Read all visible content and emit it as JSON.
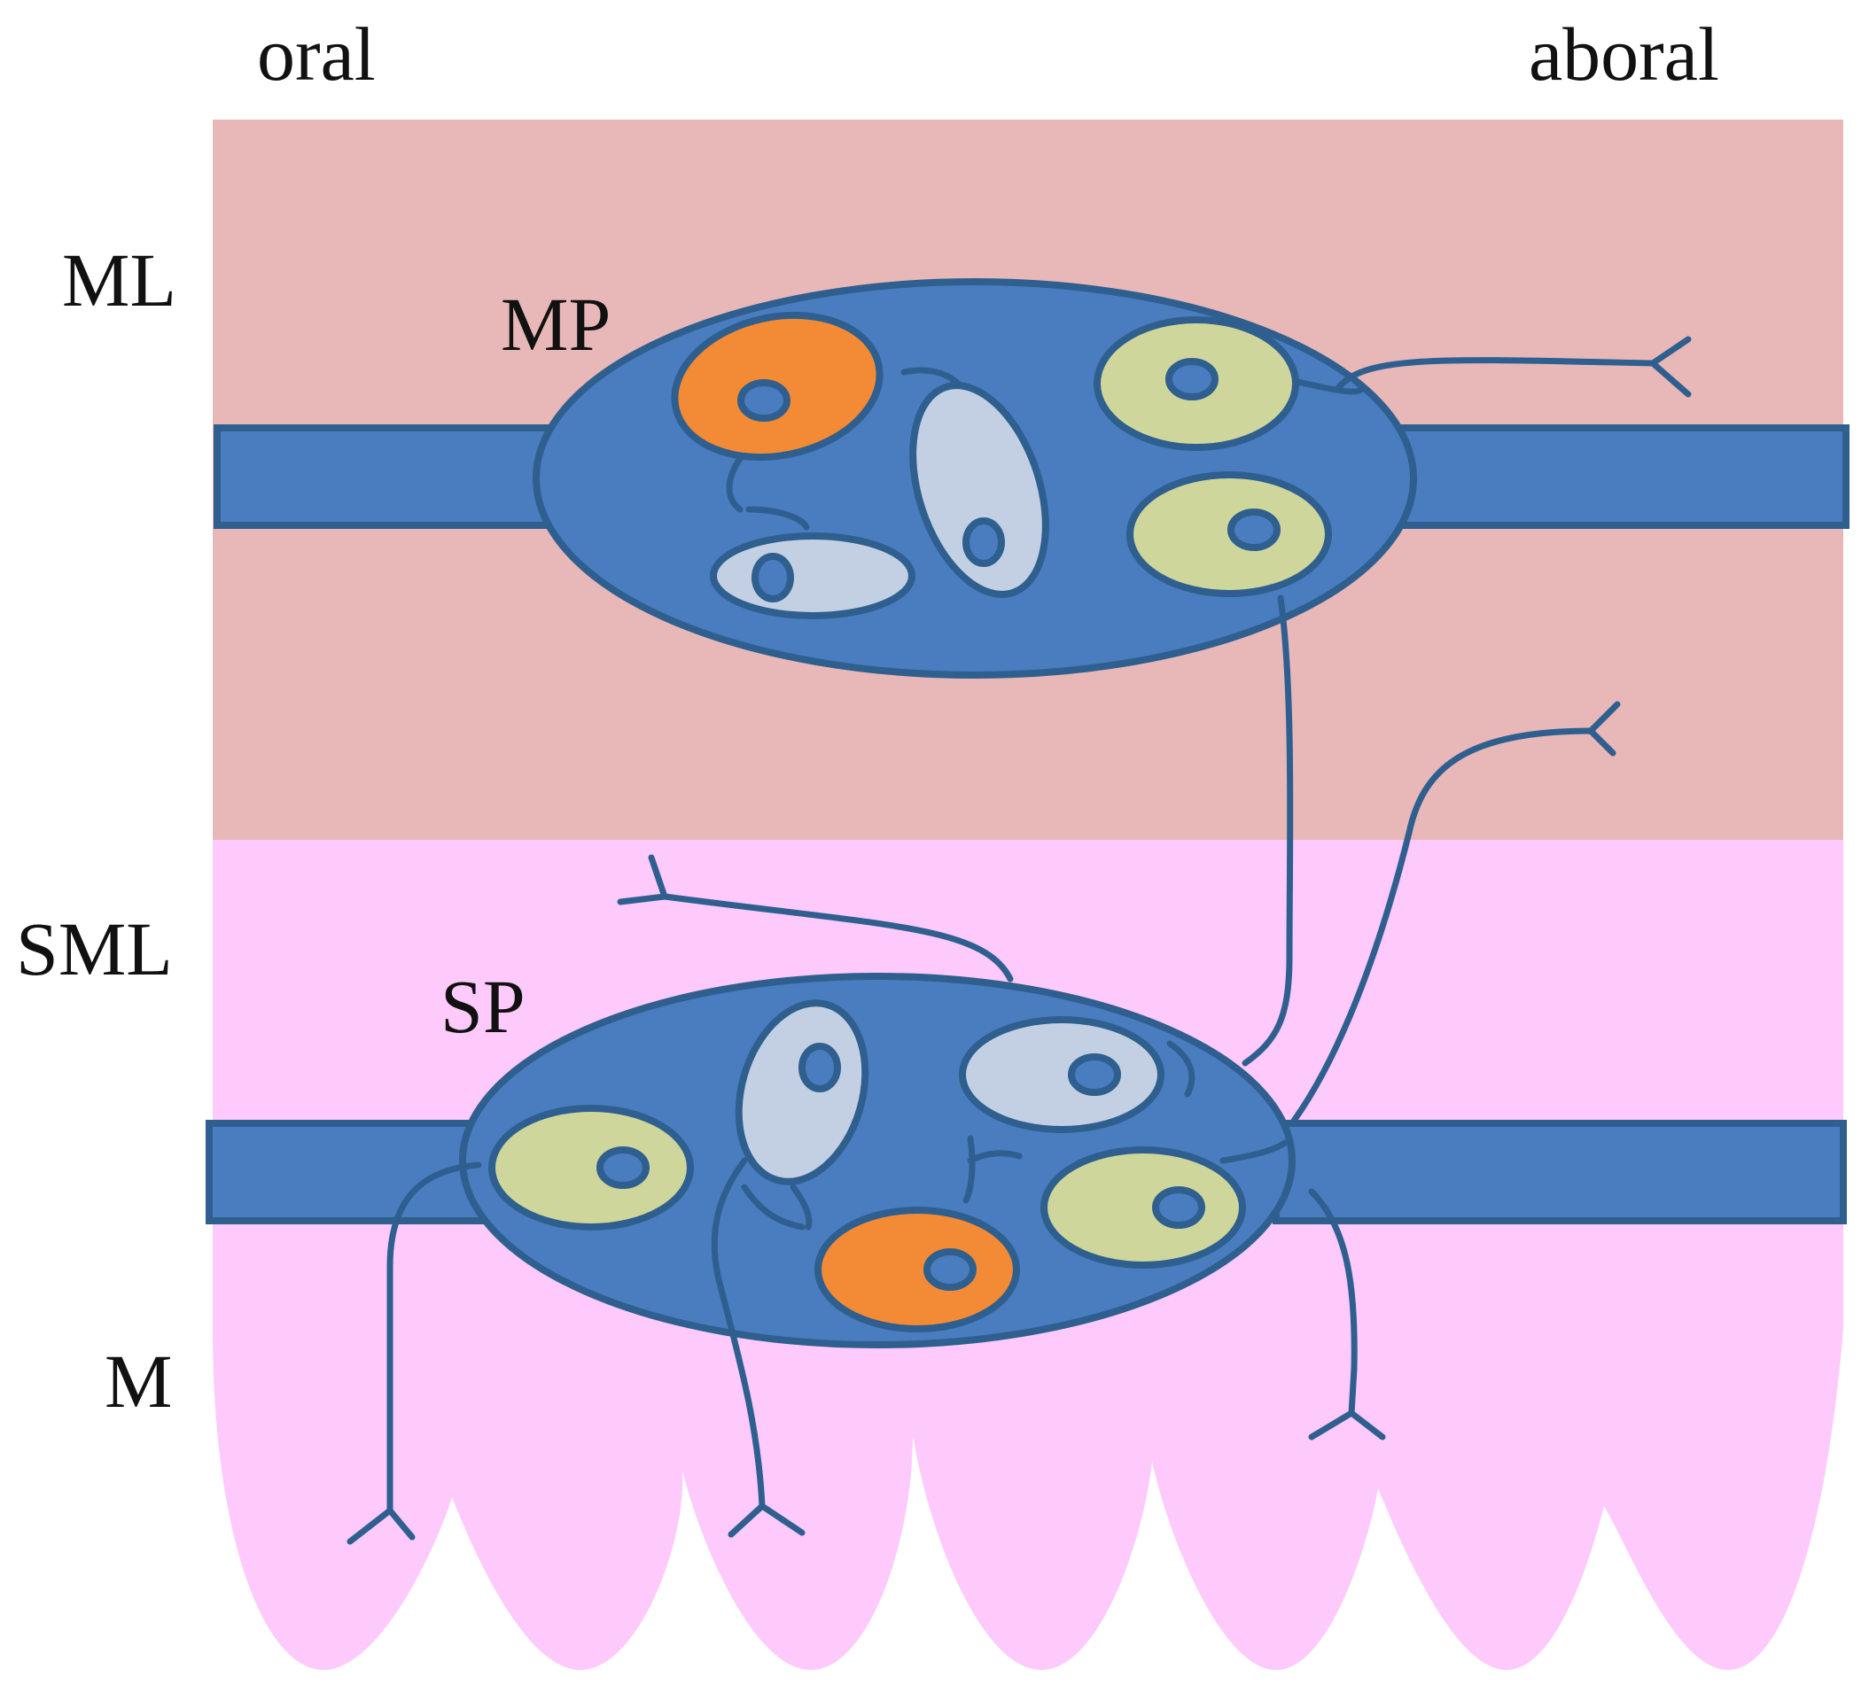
{
  "labels": {
    "oral": "oral",
    "aboral": "aboral",
    "ml": "ML",
    "mp": "MP",
    "sml": "SML",
    "sp": "SP",
    "m": "M"
  },
  "colors": {
    "muscle_layer": "#e8b7b7",
    "submucosa_layer": "#fdcafb",
    "plexus_body": "#4a7dbf",
    "plexus_outline": "#2f5f8e",
    "neuron_orange": "#f28a36",
    "neuron_yellowgreen": "#cfd69b",
    "neuron_lightblue": "#c3d0e3"
  },
  "neuron_types": [
    "neuron_orange",
    "neuron_yellowgreen",
    "neuron_lightblue"
  ]
}
